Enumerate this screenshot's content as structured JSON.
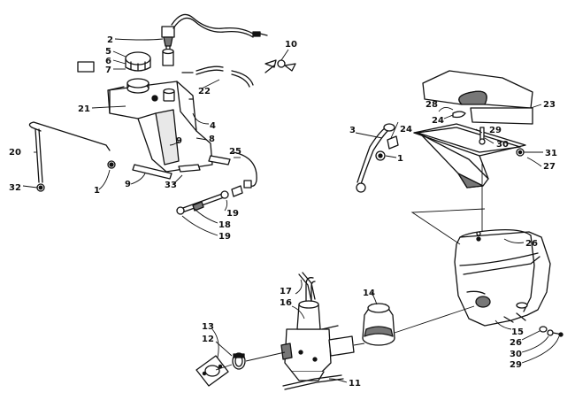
{
  "diagram": {
    "callouts": [
      {
        "id": "c-1a",
        "text": "1"
      },
      {
        "id": "c-1b",
        "text": "1"
      },
      {
        "id": "c-2",
        "text": "2"
      },
      {
        "id": "c-3",
        "text": "3"
      },
      {
        "id": "c-4",
        "text": "4"
      },
      {
        "id": "c-5",
        "text": "5"
      },
      {
        "id": "c-6",
        "text": "6"
      },
      {
        "id": "c-7",
        "text": "7"
      },
      {
        "id": "c-8",
        "text": "8"
      },
      {
        "id": "c-9a",
        "text": "9"
      },
      {
        "id": "c-9b",
        "text": "9"
      },
      {
        "id": "c-10",
        "text": "10"
      },
      {
        "id": "c-11",
        "text": "11"
      },
      {
        "id": "c-12",
        "text": "12"
      },
      {
        "id": "c-13",
        "text": "13"
      },
      {
        "id": "c-14",
        "text": "14"
      },
      {
        "id": "c-15",
        "text": "15"
      },
      {
        "id": "c-16",
        "text": "16"
      },
      {
        "id": "c-17",
        "text": "17"
      },
      {
        "id": "c-18",
        "text": "18"
      },
      {
        "id": "c-19a",
        "text": "19"
      },
      {
        "id": "c-19b",
        "text": "19"
      },
      {
        "id": "c-20",
        "text": "20"
      },
      {
        "id": "c-21",
        "text": "21"
      },
      {
        "id": "c-22",
        "text": "22"
      },
      {
        "id": "c-23",
        "text": "23"
      },
      {
        "id": "c-24a",
        "text": "24"
      },
      {
        "id": "c-24b",
        "text": "24"
      },
      {
        "id": "c-25",
        "text": "25"
      },
      {
        "id": "c-26a",
        "text": "26"
      },
      {
        "id": "c-26b",
        "text": "26"
      },
      {
        "id": "c-27",
        "text": "27"
      },
      {
        "id": "c-28",
        "text": "28"
      },
      {
        "id": "c-29a",
        "text": "29"
      },
      {
        "id": "c-29b",
        "text": "29"
      },
      {
        "id": "c-30a",
        "text": "30"
      },
      {
        "id": "c-30b",
        "text": "30"
      },
      {
        "id": "c-31",
        "text": "31"
      },
      {
        "id": "c-32",
        "text": "32"
      },
      {
        "id": "c-33",
        "text": "33"
      }
    ]
  }
}
